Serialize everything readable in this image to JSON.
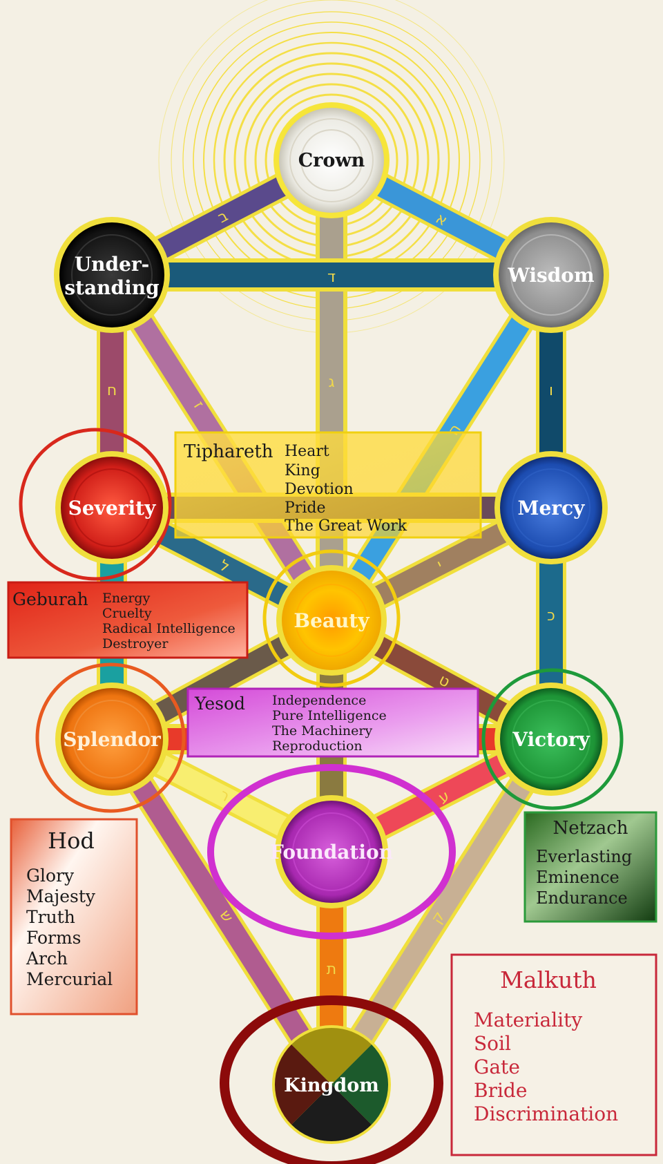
{
  "nodes": {
    "crown": "Crown",
    "understanding_1": "Under-",
    "understanding_2": "standing",
    "wisdom": "Wisdom",
    "severity": "Severity",
    "mercy": "Mercy",
    "beauty": "Beauty",
    "splendor": "Splendor",
    "victory": "Victory",
    "foundation": "Foundation",
    "kingdom": "Kingdom"
  },
  "letters": {
    "aleph": "א",
    "beth": "ב",
    "daleth": "ד",
    "gimel": "ג",
    "vav": "ו",
    "zayin": "ז",
    "cheth": "ח",
    "he": "ה",
    "lamed": "ל",
    "yod": "י",
    "kaph": "כ",
    "teth": "ט",
    "nun": "נ",
    "resh": "ר",
    "ayin": "ע",
    "shin": "ש",
    "qoph": "ק",
    "tav": "ת"
  },
  "tiphareth": {
    "title": "Tiphareth",
    "items": [
      "Heart",
      "King",
      "Devotion",
      "Pride",
      "The Great Work"
    ]
  },
  "geburah": {
    "title": "Geburah",
    "items": [
      "Energy",
      "Cruelty",
      "Radical Intelligence",
      "Destroyer"
    ]
  },
  "yesod": {
    "title": "Yesod",
    "items": [
      "Independence",
      "Pure Intelligence",
      "The Machinery",
      "Reproduction"
    ]
  },
  "hod": {
    "title": "Hod",
    "items": [
      "Glory",
      "Majesty",
      "Truth",
      "Forms",
      "Arch",
      "Mercurial"
    ]
  },
  "netzach": {
    "title": "Netzach",
    "items": [
      "Everlasting",
      "Eminence",
      "Endurance"
    ]
  },
  "malkuth": {
    "title": "Malkuth",
    "items": [
      "Materiality",
      "Soil",
      "Gate",
      "Bride",
      "Discrimination"
    ]
  },
  "colors": {
    "crown": "#f2f0ea",
    "understanding": "#151515",
    "wisdom": "#9a9a9a",
    "severity": "#d8201c",
    "mercy": "#1e4fb4",
    "beauty": "#f5b800",
    "splendor": "#ef7a10",
    "victory": "#1f9a3a",
    "foundation": "#b02cb8",
    "kingdom_top": "#a09010",
    "kingdom_right": "#1c5a2c",
    "kingdom_bottom": "#1c1c1c",
    "kingdom_left": "#5a1a10"
  }
}
